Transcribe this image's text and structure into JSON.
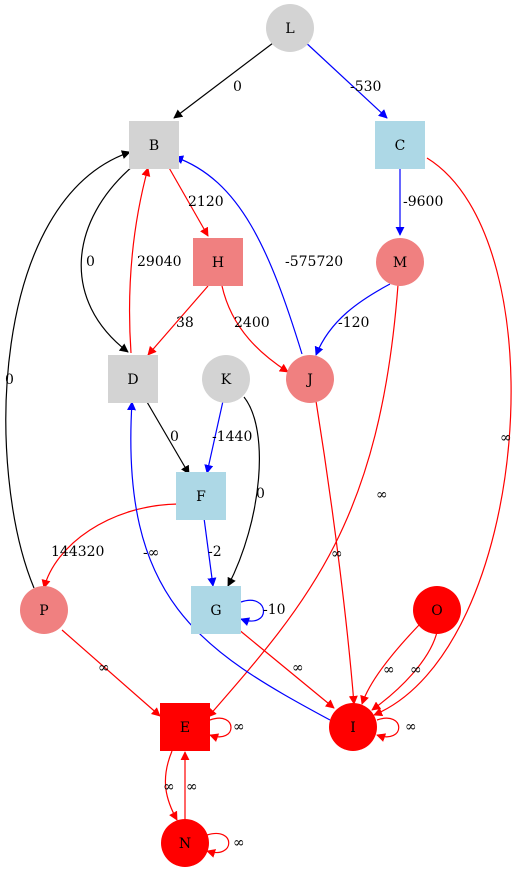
{
  "colors": {
    "black": "#000000",
    "red": "#ff0000",
    "blue": "#0000ff",
    "gray": "#d3d3d3",
    "lightblue": "#add8e6",
    "lightcoral": "#f08080",
    "brightred": "#ff0000"
  },
  "nodes": [
    {
      "id": "L",
      "label": "L",
      "shape": "circle",
      "fill": "gray"
    },
    {
      "id": "B",
      "label": "B",
      "shape": "box",
      "fill": "gray"
    },
    {
      "id": "C",
      "label": "C",
      "shape": "box",
      "fill": "lightblue"
    },
    {
      "id": "H",
      "label": "H",
      "shape": "box",
      "fill": "lightcoral"
    },
    {
      "id": "M",
      "label": "M",
      "shape": "circle",
      "fill": "lightcoral"
    },
    {
      "id": "D",
      "label": "D",
      "shape": "box",
      "fill": "gray"
    },
    {
      "id": "K",
      "label": "K",
      "shape": "circle",
      "fill": "gray"
    },
    {
      "id": "J",
      "label": "J",
      "shape": "circle",
      "fill": "lightcoral"
    },
    {
      "id": "F",
      "label": "F",
      "shape": "box",
      "fill": "lightblue"
    },
    {
      "id": "P",
      "label": "P",
      "shape": "circle",
      "fill": "lightcoral"
    },
    {
      "id": "G",
      "label": "G",
      "shape": "box",
      "fill": "lightblue"
    },
    {
      "id": "O",
      "label": "O",
      "shape": "circle",
      "fill": "brightred"
    },
    {
      "id": "E",
      "label": "E",
      "shape": "box",
      "fill": "brightred"
    },
    {
      "id": "I",
      "label": "I",
      "shape": "circle",
      "fill": "brightred"
    },
    {
      "id": "N",
      "label": "N",
      "shape": "circle",
      "fill": "brightred"
    }
  ],
  "edges": [
    {
      "id": "L-B",
      "from": "L",
      "to": "B",
      "label": "0",
      "color": "black"
    },
    {
      "id": "L-C",
      "from": "L",
      "to": "C",
      "label": "-530",
      "color": "blue"
    },
    {
      "id": "B-H",
      "from": "B",
      "to": "H",
      "label": "2120",
      "color": "red"
    },
    {
      "id": "B-D",
      "from": "B",
      "to": "D",
      "label": "0",
      "color": "black"
    },
    {
      "id": "D-B",
      "from": "D",
      "to": "B",
      "label": "29040",
      "color": "red"
    },
    {
      "id": "C-M",
      "from": "C",
      "to": "M",
      "label": "-9600",
      "color": "blue"
    },
    {
      "id": "C-I",
      "from": "C",
      "to": "I",
      "label": "∞",
      "color": "red"
    },
    {
      "id": "J-B",
      "from": "J",
      "to": "B",
      "label": "-575720",
      "color": "blue"
    },
    {
      "id": "H-D",
      "from": "H",
      "to": "D",
      "label": "38",
      "color": "red"
    },
    {
      "id": "H-J",
      "from": "H",
      "to": "J",
      "label": "2400",
      "color": "red"
    },
    {
      "id": "M-J",
      "from": "M",
      "to": "J",
      "label": "-120",
      "color": "blue"
    },
    {
      "id": "M-E",
      "from": "M",
      "to": "E",
      "label": "∞",
      "color": "red"
    },
    {
      "id": "P-B",
      "from": "P",
      "to": "B",
      "label": "0",
      "color": "black"
    },
    {
      "id": "D-F",
      "from": "D",
      "to": "F",
      "label": "0",
      "color": "black"
    },
    {
      "id": "K-F",
      "from": "K",
      "to": "F",
      "label": "-1440",
      "color": "blue"
    },
    {
      "id": "K-G",
      "from": "K",
      "to": "G",
      "label": "0",
      "color": "black"
    },
    {
      "id": "J-I",
      "from": "J",
      "to": "I",
      "label": "∞",
      "color": "red"
    },
    {
      "id": "F-P",
      "from": "F",
      "to": "P",
      "label": "144320",
      "color": "red"
    },
    {
      "id": "F-G",
      "from": "F",
      "to": "G",
      "label": "-2",
      "color": "blue"
    },
    {
      "id": "I-D",
      "from": "I",
      "to": "D",
      "label": "-∞",
      "color": "blue"
    },
    {
      "id": "G-G",
      "from": "G",
      "to": "G",
      "label": "-10",
      "color": "blue"
    },
    {
      "id": "G-I",
      "from": "G",
      "to": "I",
      "label": "∞",
      "color": "red"
    },
    {
      "id": "P-E",
      "from": "P",
      "to": "E",
      "label": "∞",
      "color": "red"
    },
    {
      "id": "O-I-1",
      "from": "O",
      "to": "I",
      "label": "∞",
      "color": "red"
    },
    {
      "id": "O-I-2",
      "from": "O",
      "to": "I",
      "label": "∞",
      "color": "red"
    },
    {
      "id": "I-I",
      "from": "I",
      "to": "I",
      "label": "∞",
      "color": "red"
    },
    {
      "id": "E-E",
      "from": "E",
      "to": "E",
      "label": "∞",
      "color": "red"
    },
    {
      "id": "E-N",
      "from": "E",
      "to": "N",
      "label": "∞",
      "color": "red"
    },
    {
      "id": "N-E",
      "from": "N",
      "to": "E",
      "label": "∞",
      "color": "red"
    },
    {
      "id": "N-N",
      "from": "N",
      "to": "N",
      "label": "∞",
      "color": "red"
    }
  ]
}
